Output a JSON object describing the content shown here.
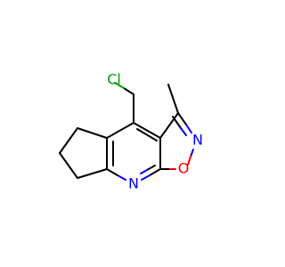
{
  "molecule": {
    "atoms": {
      "cl": {
        "symbol": "Cl",
        "color": "#00a000"
      },
      "n_isoxazole": {
        "symbol": "N",
        "color": "#0000ff"
      },
      "o_isoxazole": {
        "symbol": "O",
        "color": "#ff0000"
      },
      "n_pyridine": {
        "symbol": "N",
        "color": "#0000ff"
      }
    }
  }
}
